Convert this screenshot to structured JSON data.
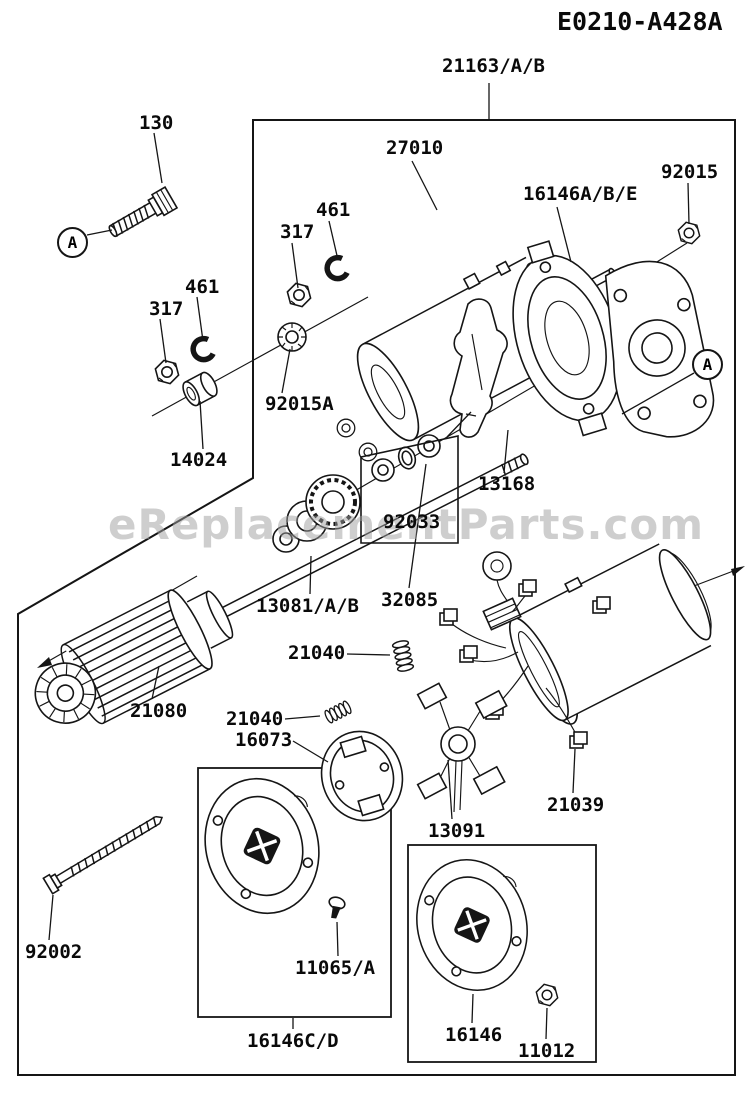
{
  "meta": {
    "drawing_code": "E0210-A428A",
    "watermark": "eReplacementParts.com"
  },
  "assembly": {
    "label": "21163/A/B"
  },
  "ref_marker": "A",
  "parts": {
    "bolt_130": "130",
    "solenoid_27010": "27010",
    "snap_ring_461": "461",
    "nut_317": "317",
    "end_frame_16146abe": "16146A/B/E",
    "nut_92015": "92015",
    "washer_92015a": "92015A",
    "bushing_14024": "14024",
    "lever_13168": "13168",
    "rings_92033": "92033",
    "clutch_13081": "13081/A/B",
    "stopper_32085": "32085",
    "spring_21040": "21040",
    "armature_21080": "21080",
    "holder_16073": "16073",
    "brush_holder_13091": "13091",
    "brush_21039": "21039",
    "bolt_92002": "92002",
    "screw_11065": "11065/A",
    "cover_16146cd": "16146C/D",
    "cover_16146": "16146",
    "nut_11012": "11012"
  }
}
